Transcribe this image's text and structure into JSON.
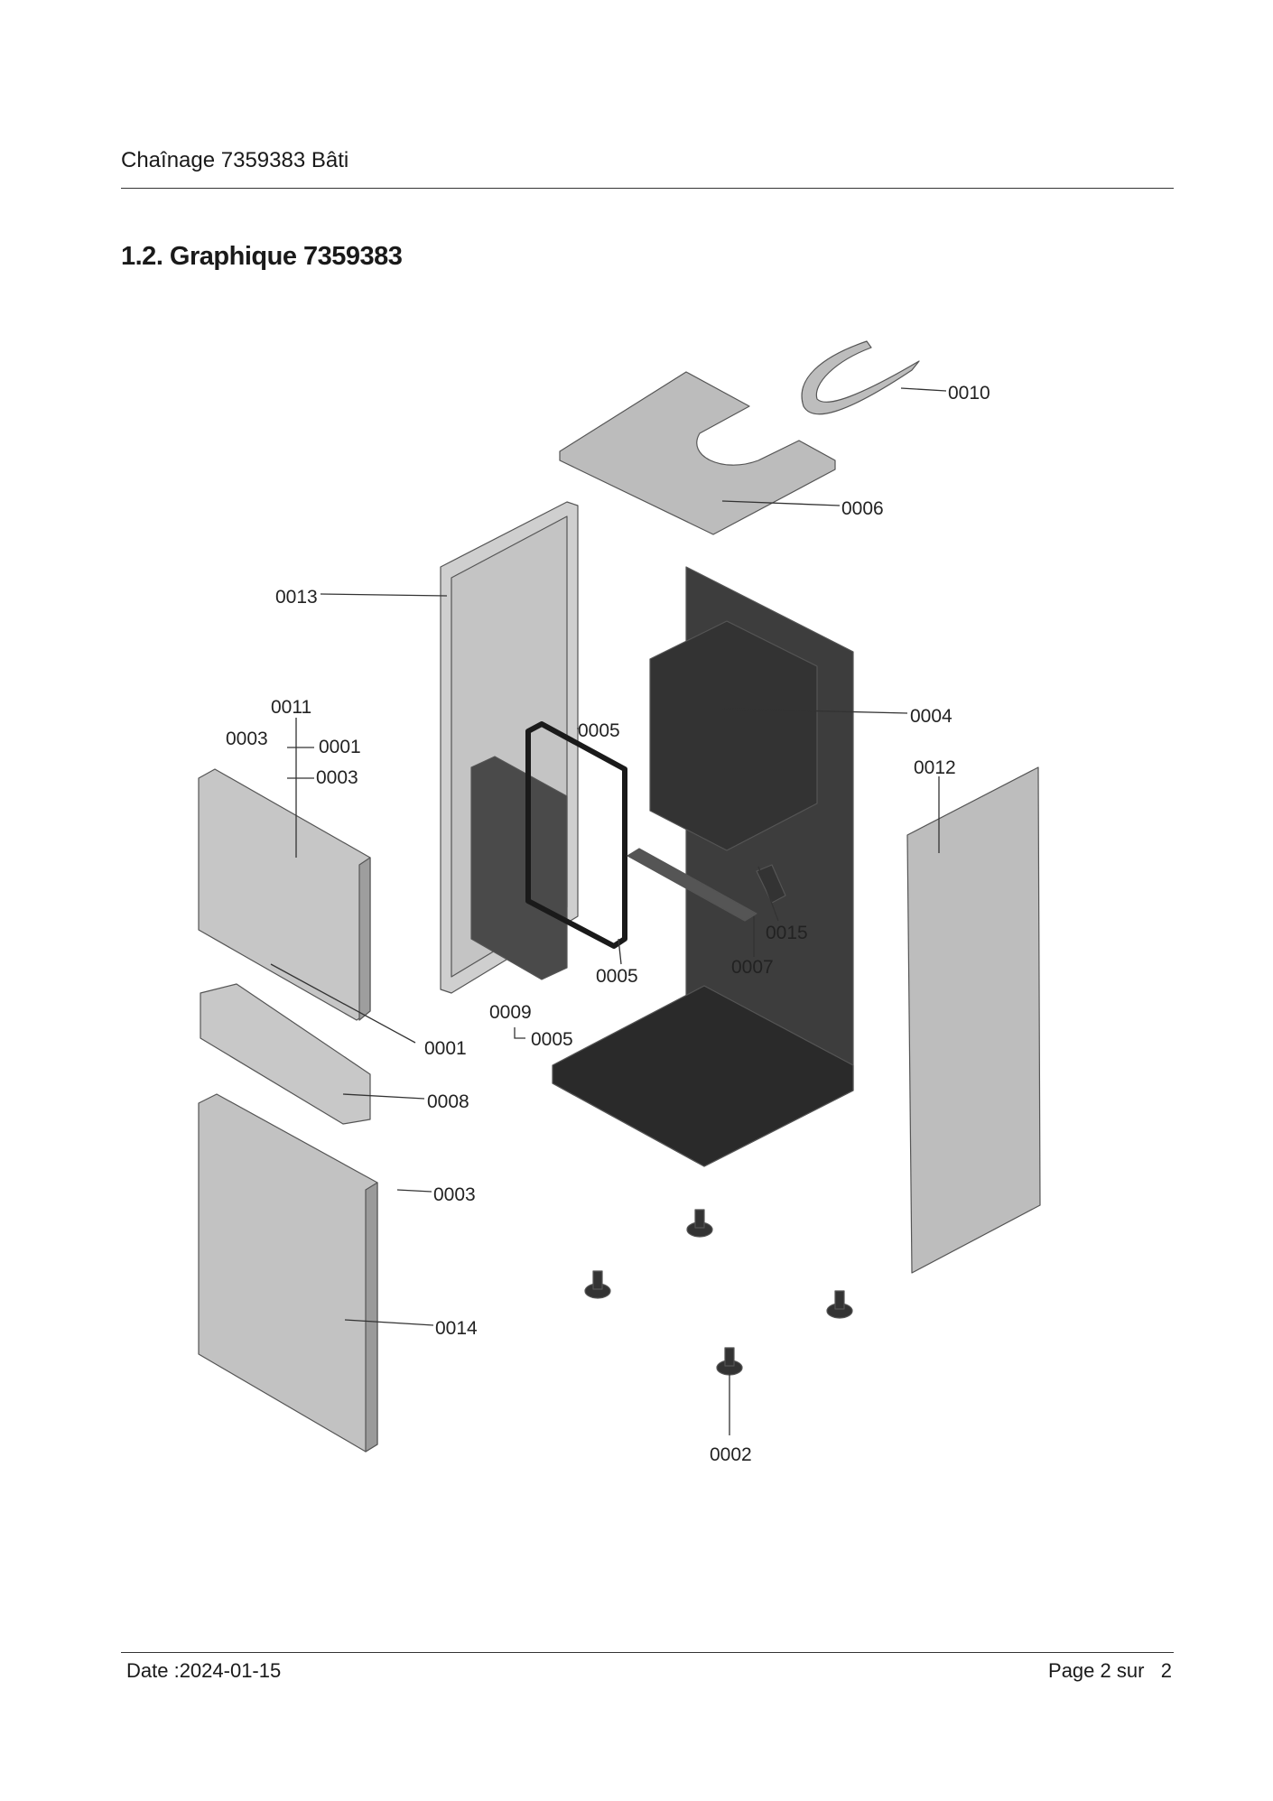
{
  "header": {
    "title": "Chaînage 7359383 Bâti"
  },
  "section": {
    "title": "1.2. Graphique 7359383"
  },
  "callouts": {
    "c0010": "0010",
    "c0006": "0006",
    "c0013": "0013",
    "c0004": "0004",
    "c0011": "0011",
    "c0003a": "0003",
    "c0001a": "0001",
    "c0003b": "0003",
    "c0005a": "0005",
    "c0012": "0012",
    "c0015": "0015",
    "c0007": "0007",
    "c0005b": "0005",
    "c0009": "0009",
    "c0005c": "0005",
    "c0001b": "0001",
    "c0008": "0008",
    "c0003c": "0003",
    "c0014": "0014",
    "c0002": "0002"
  },
  "footer": {
    "date": "Date :2024-01-15",
    "page": "Page 2 sur   2"
  }
}
